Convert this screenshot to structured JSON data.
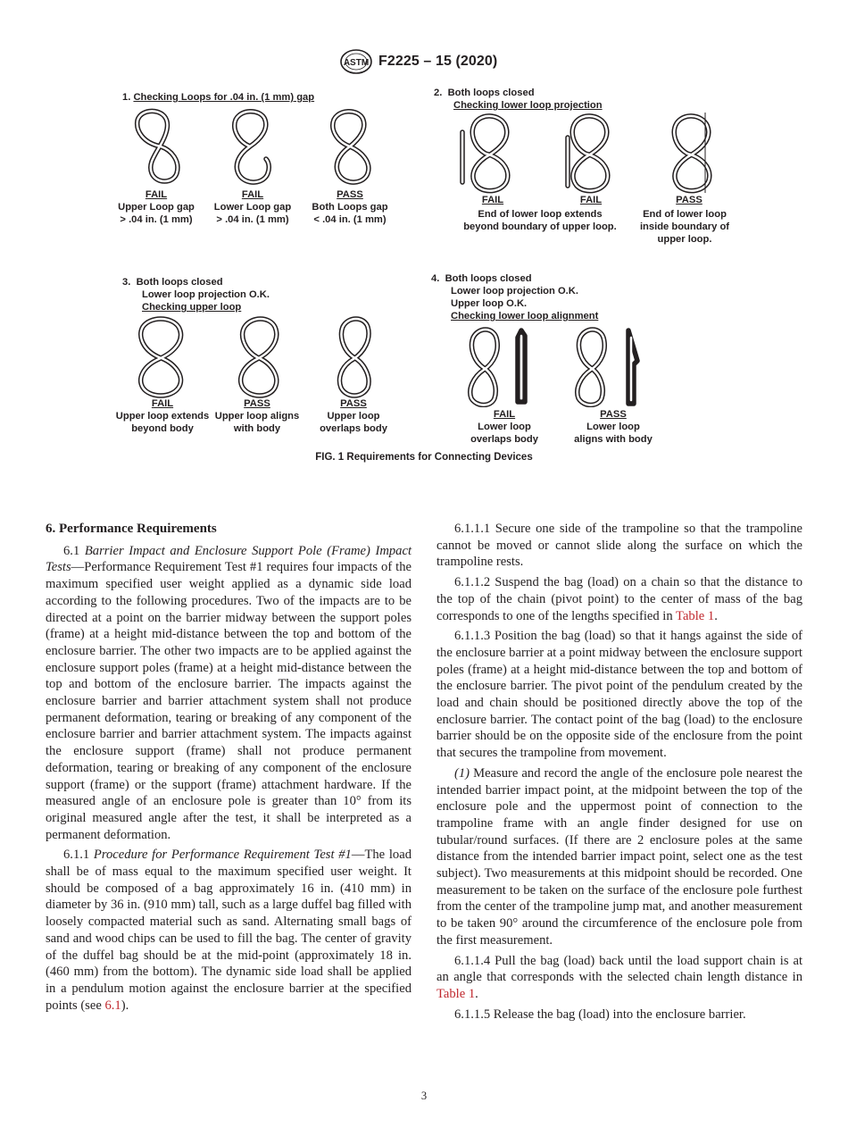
{
  "header": {
    "logo_text": "ASTM",
    "designation": "F2225 – 15 (2020)"
  },
  "figure": {
    "panel1": {
      "number": "1.",
      "title": "Checking Loops for .04 in. (1 mm) gap",
      "items": [
        {
          "result": "FAIL",
          "line1": "Upper Loop gap",
          "line2": "> .04 in. (1 mm)"
        },
        {
          "result": "FAIL",
          "line1": "Lower Loop gap",
          "line2": "> .04 in. (1 mm)"
        },
        {
          "result": "PASS",
          "line1": "Both Loops gap",
          "line2": "< .04 in. (1 mm)"
        }
      ]
    },
    "panel2": {
      "number": "2.",
      "line1": "Both loops closed",
      "title": "Checking lower loop projection",
      "items": [
        {
          "result": "FAIL"
        },
        {
          "result": "FAIL"
        },
        {
          "result": "PASS"
        }
      ],
      "caption_fail_1": "End of lower loop extends",
      "caption_fail_2": "beyond boundary of upper loop.",
      "caption_pass_1": "End of lower loop",
      "caption_pass_2": "inside boundary of",
      "caption_pass_3": "upper loop."
    },
    "panel3": {
      "number": "3.",
      "line1": "Both loops closed",
      "line2": "Lower loop projection O.K.",
      "title": "Checking upper loop",
      "items": [
        {
          "result": "FAIL",
          "line1": "Upper loop extends",
          "line2": "beyond body"
        },
        {
          "result": "PASS",
          "line1": "Upper loop aligns",
          "line2": "with body"
        },
        {
          "result": "PASS",
          "line1": "Upper loop",
          "line2": "overlaps body"
        }
      ]
    },
    "panel4": {
      "number": "4.",
      "line1": "Both loops closed",
      "line2": "Lower loop projection O.K.",
      "line3": "Upper loop O.K.",
      "title": "Checking lower loop alignment",
      "items": [
        {
          "result": "FAIL",
          "line1": "Lower loop",
          "line2": "overlaps body"
        },
        {
          "result": "PASS",
          "line1": "Lower loop",
          "line2": "aligns with body"
        }
      ]
    },
    "caption": "FIG. 1 Requirements for Connecting Devices"
  },
  "section": {
    "heading": "6. Performance Requirements",
    "p61_num": "6.1",
    "p61_title": "Barrier Impact and Enclosure Support Pole (Frame) Impact Tests",
    "p61_body": "—Performance Requirement Test #1 requires four impacts of the maximum specified user weight applied as a dynamic side load according to the following procedures. Two of the impacts are to be directed at a point on the barrier midway between the support poles (frame) at a height mid-distance between the top and bottom of the enclosure barrier. The other two impacts are to be applied against the enclosure support poles (frame) at a height mid-distance between the top and bottom of the enclosure barrier. The impacts against the enclosure barrier and barrier attachment system shall not produce permanent deformation, tearing or breaking of any component of the enclosure barrier and barrier attachment system. The impacts against the enclosure support (frame) shall not produce permanent deformation, tearing or breaking of any component of the enclosure support (frame) or the support (frame) attachment hardware. If the measured angle of an enclosure pole is greater than 10° from its original measured angle after the test, it shall be interpreted as a permanent deformation.",
    "p611_num": "6.1.1",
    "p611_title": "Procedure for Performance Requirement Test #1",
    "p611_body": "—The load shall be of mass equal to the maximum specified user weight. It should be composed of a bag approximately 16 in. (410 mm) in diameter by 36 in. (910 mm) tall, such as a large duffel bag filled with loosely compacted material such as sand. Alternating small bags of sand and wood chips can be used to fill the bag. The center of gravity of the duffel bag should be at the mid-point (approximately 18 in. (460 mm) from the bottom). The dynamic side load shall be applied in a pendulum motion against the enclosure barrier at the specified points (see ",
    "p611_link": "6.1",
    "p611_end": ").",
    "p6111": "6.1.1.1 Secure one side of the trampoline so that the trampoline cannot be moved or cannot slide along the surface on which the trampoline rests.",
    "p6112": "6.1.1.2 Suspend the bag (load) on a chain so that the distance to the top of the chain (pivot point) to the center of mass of the bag corresponds to one of the lengths specified in ",
    "p6112_link": "Table 1",
    "p6112_end": ".",
    "p6113": "6.1.1.3 Position the bag (load) so that it hangs against the side of the enclosure barrier at a point midway between the enclosure support poles (frame) at a height mid-distance between the top and bottom of the enclosure barrier. The pivot point of the pendulum created by the load and chain should be positioned directly above the top of the enclosure barrier. The contact point of the bag (load) to the enclosure barrier should be on the opposite side of the enclosure from the point that secures the trampoline from movement.",
    "p1_num": "(1)",
    "p1_body": " Measure and record the angle of the enclosure pole nearest the intended barrier impact point, at the midpoint between the top of the enclosure pole and the uppermost point of connection to the trampoline frame with an angle finder designed for use on tubular/round surfaces. (If there are 2 enclosure poles at the same distance from the intended barrier impact point, select one as the test subject). Two measurements at this midpoint should be recorded. One measurement to be taken on the surface of the enclosure pole furthest from the center of the trampoline jump mat, and another measurement to be taken 90° around the circumference of the enclosure pole from the first measurement.",
    "p6114": "6.1.1.4 Pull the bag (load) back until the load support chain is at an angle that corresponds with the selected chain length distance in ",
    "p6114_link": "Table 1",
    "p6114_end": ".",
    "p6115": "6.1.1.5 Release the bag (load) into the enclosure barrier."
  },
  "page_number": "3"
}
